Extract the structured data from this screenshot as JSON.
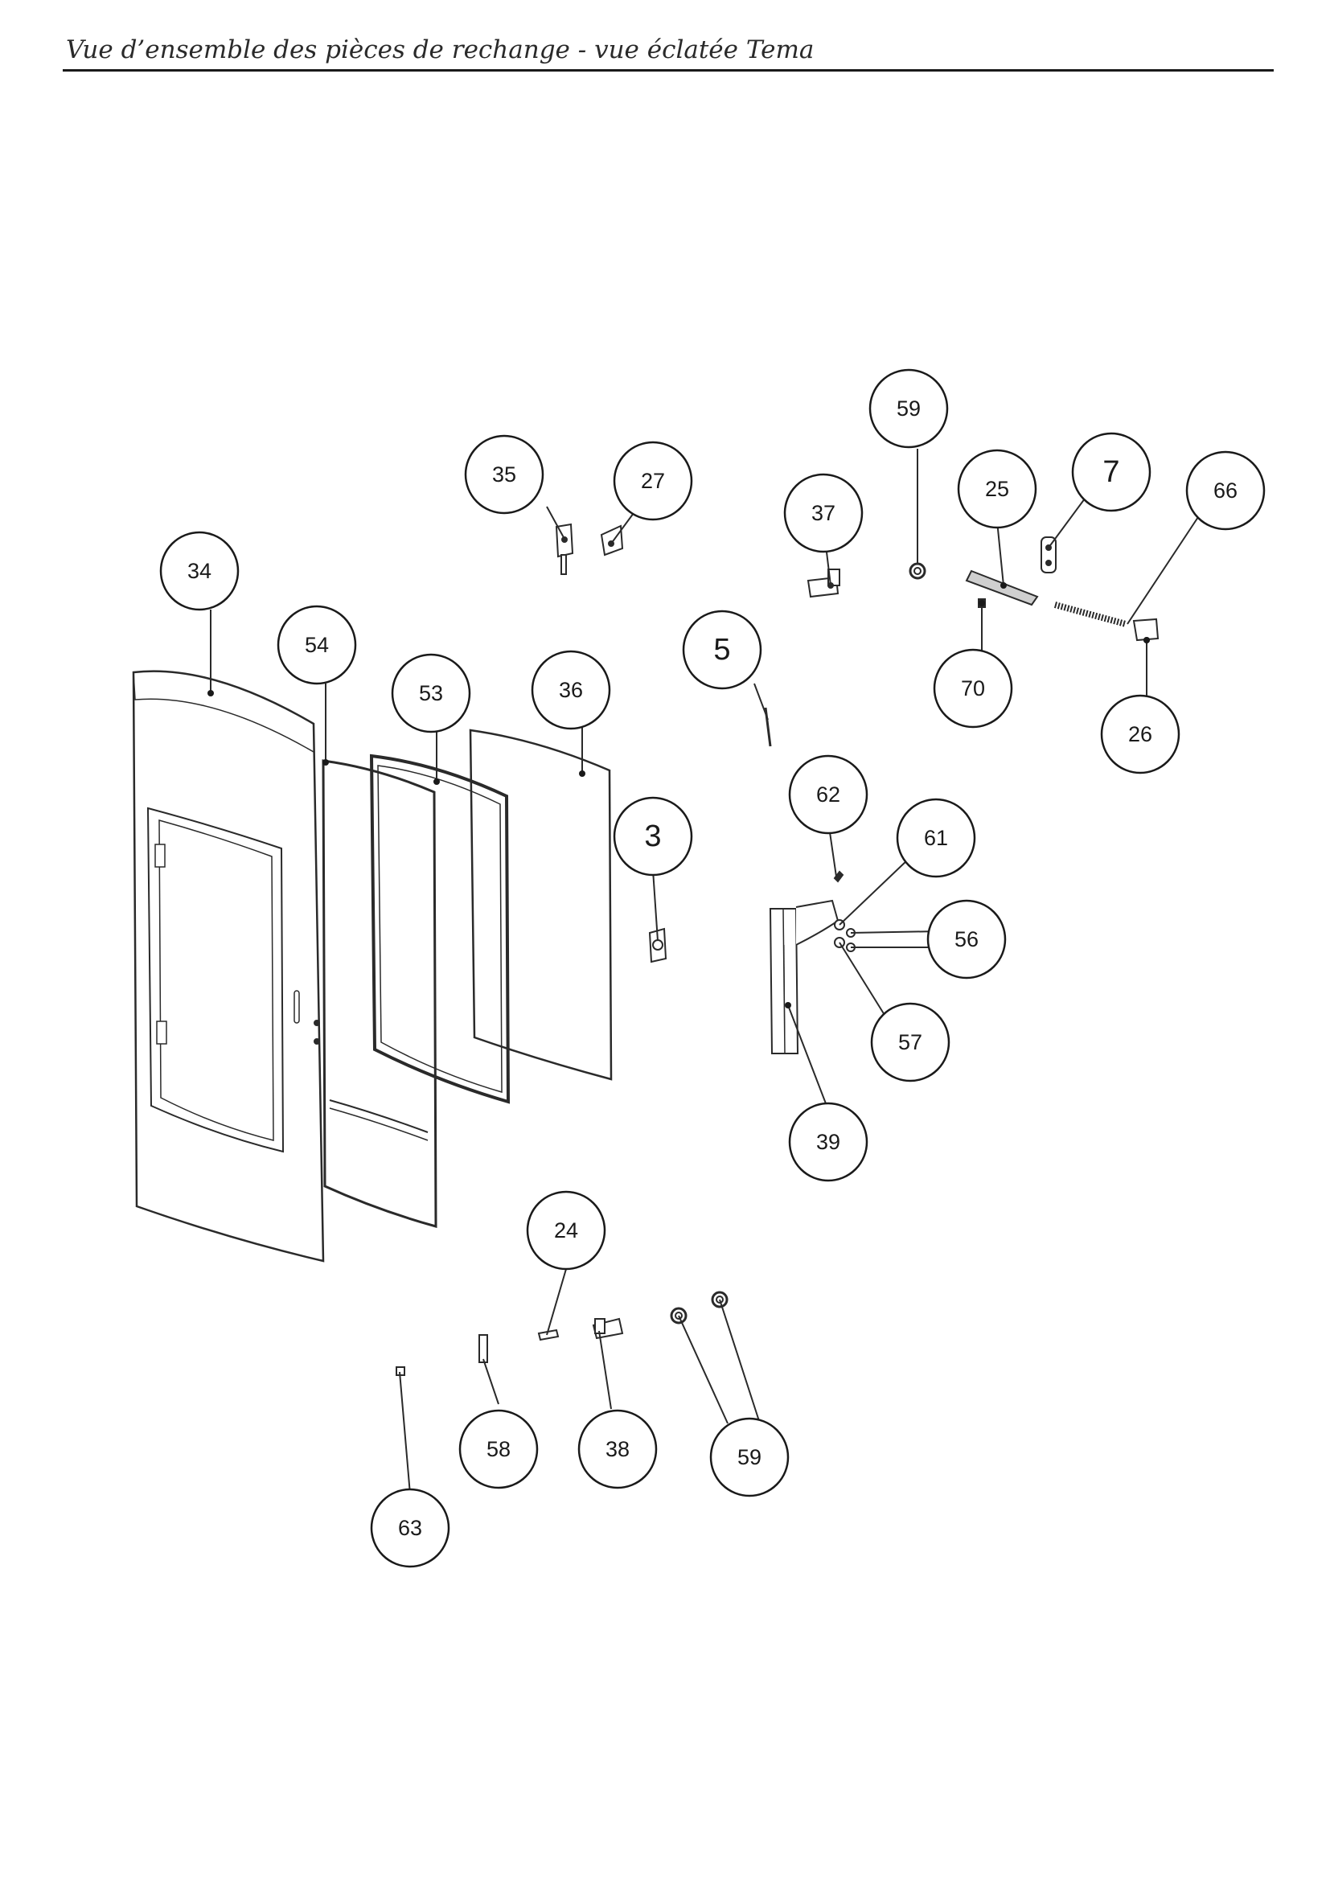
{
  "header": {
    "title": "Vue d’ensemble des pièces de rechange - vue éclatée Tema"
  },
  "callouts": [
    {
      "id": "c34",
      "label": "34"
    },
    {
      "id": "c54",
      "label": "54"
    },
    {
      "id": "c53",
      "label": "53"
    },
    {
      "id": "c36",
      "label": "36"
    },
    {
      "id": "c35",
      "label": "35"
    },
    {
      "id": "c27",
      "label": "27"
    },
    {
      "id": "c37",
      "label": "37"
    },
    {
      "id": "c59a",
      "label": "59"
    },
    {
      "id": "c25",
      "label": "25"
    },
    {
      "id": "c7",
      "label": "7"
    },
    {
      "id": "c66",
      "label": "66"
    },
    {
      "id": "c70",
      "label": "70"
    },
    {
      "id": "c26",
      "label": "26"
    },
    {
      "id": "c5",
      "label": "5"
    },
    {
      "id": "c3",
      "label": "3"
    },
    {
      "id": "c62",
      "label": "62"
    },
    {
      "id": "c61",
      "label": "61"
    },
    {
      "id": "c56",
      "label": "56"
    },
    {
      "id": "c57",
      "label": "57"
    },
    {
      "id": "c39",
      "label": "39"
    },
    {
      "id": "c24",
      "label": "24"
    },
    {
      "id": "c58",
      "label": "58"
    },
    {
      "id": "c38",
      "label": "38"
    },
    {
      "id": "c59b",
      "label": "59"
    },
    {
      "id": "c63",
      "label": "63"
    }
  ]
}
